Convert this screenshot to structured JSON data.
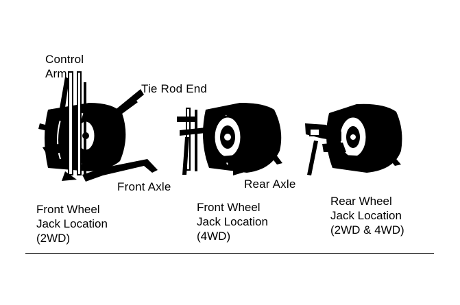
{
  "labels": {
    "control_arm": [
      "Control",
      "Arm"
    ],
    "tie_rod_end": "Tie Rod End",
    "front_axle": "Front Axle",
    "rear_axle": "Rear Axle"
  },
  "captions": [
    [
      "Front Wheel",
      "Jack Location",
      "(2WD)"
    ],
    [
      "Front Wheel",
      "Jack Location",
      "(4WD)"
    ],
    [
      "Rear Wheel",
      "Jack Location",
      "(2WD & 4WD)"
    ]
  ],
  "colors": {
    "ink": "#000000",
    "paper": "#ffffff"
  }
}
